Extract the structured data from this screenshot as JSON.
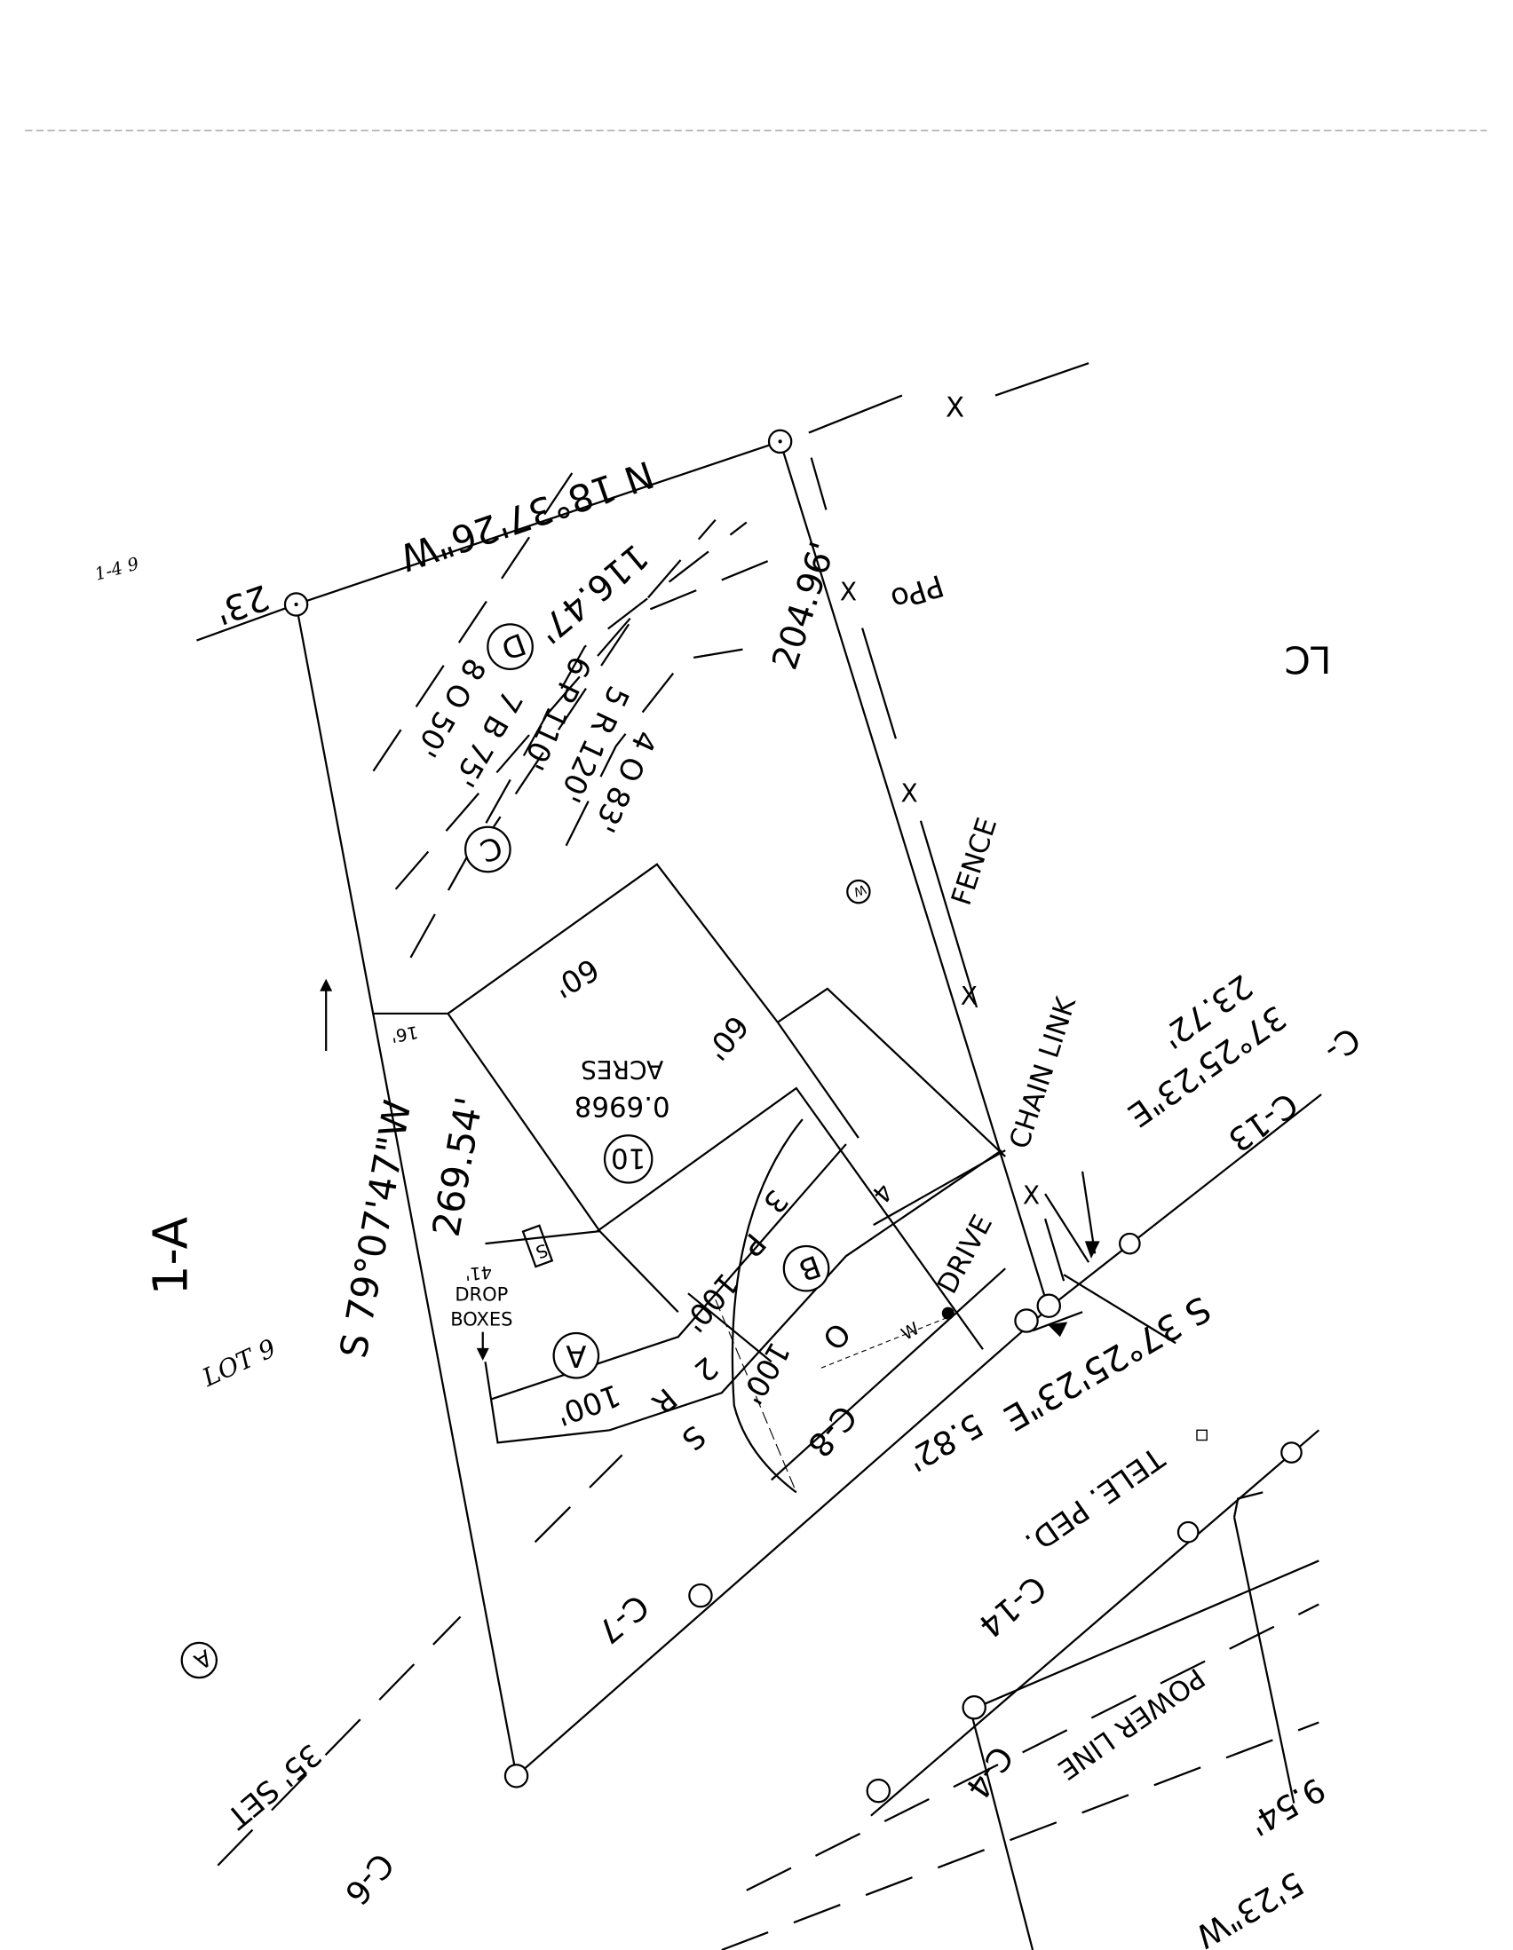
{
  "plat": {
    "bearing_north": "N 18°37'26\"W",
    "dist_23": "23'",
    "dist_116": "116.47'",
    "dist_204": "204.96'",
    "pp": "PPo",
    "lc": "LC",
    "fence": "FENCE",
    "chain_link": "CHAIN LINK",
    "bearing_right": "37°25'23\"E",
    "dist_2372": "23.72'",
    "c13": "C-13",
    "bearing_west": "S 79°07'47\"W",
    "dist_269": "269.54'",
    "dist_16": "16'",
    "dim_60a": "60'",
    "dim_60b": "60'",
    "acres_value": "0.6968",
    "acres_label": "ACRES",
    "lot_number": "10",
    "drop_boxes_1": "DROP",
    "drop_boxes_2": "BOXES",
    "dist_41": "41'",
    "septic": "S",
    "drive": "DRIVE",
    "well": "W",
    "bearing_bottom": "S 37°25'23\"E",
    "dist_582": "5.82'",
    "tele_ped": "TELE. PED.",
    "c14": "C-14",
    "power_line": "POWER LINE",
    "c7": "C-7",
    "c4": "C-4",
    "c6": "C-6",
    "c8": "C-8",
    "setback": "35' SET",
    "lot_1a": "1-A",
    "lot_9": "LOT 9",
    "dist_954": "9.54'",
    "bearing_br": "5'23\"W",
    "c_partial": "C-",
    "handwritten_note": "1-4 9",
    "line_labels": {
      "d": "D",
      "c": "C",
      "b": "B",
      "a": "A",
      "row1": "8 O 50'",
      "row2": "7 B 75'",
      "row3": "6 P 110'",
      "row4": "5 R 120'",
      "row5": "4 O 83'",
      "a_100": "100'",
      "a_r": "R",
      "a_s": "S",
      "a_2": "2",
      "p_100": "100'",
      "p": "P",
      "p_3": "3",
      "o": "O",
      "o_100": "100'",
      "n4": "4",
      "w_circle": "W"
    }
  }
}
